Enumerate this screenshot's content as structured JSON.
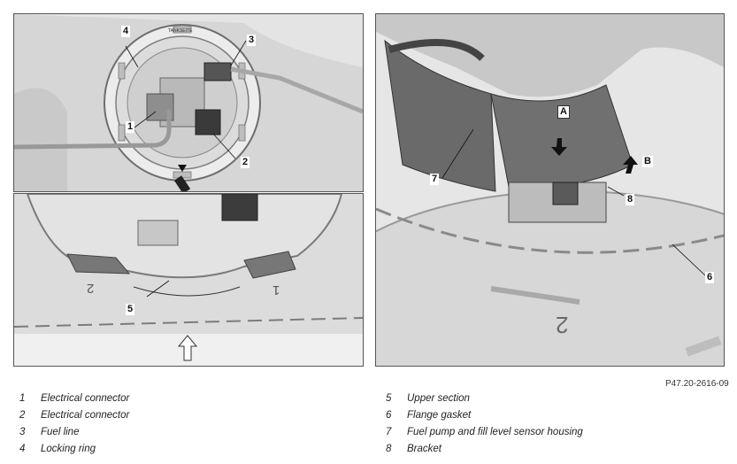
{
  "callouts": {
    "c1": "1",
    "c2": "2",
    "c3": "3",
    "c4": "4",
    "c5": "5",
    "c6": "6",
    "c7": "7",
    "c8": "8",
    "arrowA": "A",
    "arrowB": "B"
  },
  "figure_ref": "P47.20-2616-09",
  "legend": {
    "left": [
      {
        "num": "1",
        "label": "Electrical connector"
      },
      {
        "num": "2",
        "label": "Electrical connector"
      },
      {
        "num": "3",
        "label": "Fuel line"
      },
      {
        "num": "4",
        "label": "Locking ring"
      }
    ],
    "right": [
      {
        "num": "5",
        "label": "Upper section"
      },
      {
        "num": "6",
        "label": "Flange gasket"
      },
      {
        "num": "7",
        "label": "Fuel pump and fill level sensor housing"
      },
      {
        "num": "8",
        "label": "Bracket"
      }
    ]
  },
  "markings": {
    "tl_ring_text_top": "TANKSEITE",
    "bl_floor_numeral": "2",
    "r_floor_numeral": "2",
    "bl_sensor_numeral": "1"
  }
}
